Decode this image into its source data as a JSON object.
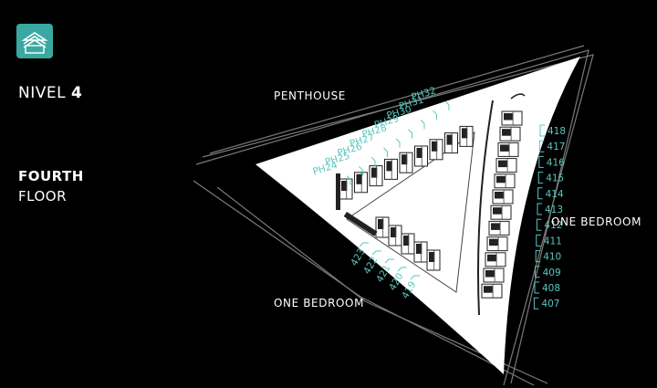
{
  "level_label": "NIVEL",
  "level_number": "4",
  "floor_title_line1": "FOURTH",
  "floor_title_line2": "FLOOR",
  "zone_penthouse": "PENTHOUSE",
  "zone_one_bedroom_right": "ONE BEDROOM",
  "zone_one_bedroom_bottom": "ONE BEDROOM",
  "colors": {
    "background": "#000000",
    "plate": "#ffffff",
    "unit_labels": "#58c8be",
    "logo": "#39a8a0"
  },
  "logo_icon": "building-icon",
  "penthouse_units": [
    "PH32",
    "PH31",
    "PH30",
    "PH29",
    "PH28",
    "PH27",
    "PH26",
    "PH25",
    "PH24"
  ],
  "right_units": [
    "418",
    "417",
    "416",
    "415",
    "414",
    "413",
    "412",
    "411",
    "410",
    "409",
    "408",
    "407"
  ],
  "bottom_units": [
    "423",
    "422",
    "421",
    "420",
    "419"
  ]
}
